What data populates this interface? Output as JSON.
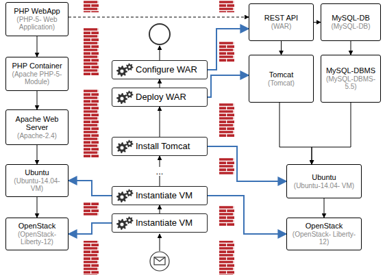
{
  "diagram": {
    "nodes": [
      {
        "text": [
          "PHP WebApp",
          "(PHP-5- Web Application)"
        ]
      },
      {
        "text": [
          "PHP Container",
          "(Apache PHP-5- Module)"
        ]
      },
      {
        "text": [
          "Apache Web Server",
          "(Apache-2.4)"
        ]
      },
      {
        "text": [
          "Ubuntu",
          "(Ubuntu-14.04- VM)"
        ]
      },
      {
        "text": [
          "OpenStack",
          "(OpenStack- Liberty-12)"
        ]
      },
      {
        "text": [
          "Configure WAR"
        ]
      },
      {
        "text": [
          "Deploy WAR"
        ]
      },
      {
        "text": [
          "Install Tomcat"
        ]
      },
      {
        "text": [
          "Instantiate VM"
        ]
      },
      {
        "text": [
          "Instantiate VM"
        ]
      },
      {
        "text": [
          "REST API",
          "(WAR)"
        ]
      },
      {
        "text": [
          "MySQL-DB",
          "(MySQL-DB)"
        ]
      },
      {
        "text": [
          "Tomcat",
          "(Tomcat)"
        ]
      },
      {
        "text": [
          "MySQL-DBMS",
          "(MySQL-DBMS-5.5)"
        ]
      },
      {
        "text": [
          "Ubuntu",
          "(Ubuntu-14.04- VM)"
        ]
      },
      {
        "text": [
          "OpenStack",
          "(OpenStack- Liberty-12)"
        ]
      }
    ],
    "edges": [
      {
        "from": 0,
        "to": 1,
        "arrow": "to"
      },
      {
        "from": 1,
        "to": 2,
        "arrow": "to"
      },
      {
        "from": 2,
        "to": 3,
        "arrow": "to"
      },
      {
        "from": 3,
        "to": 4,
        "arrow": "to"
      },
      {
        "from": 0,
        "to": 10,
        "arrow": "to"
      },
      {
        "from": 10,
        "to": 11,
        "arrow": "to"
      },
      {
        "from": 10,
        "to": 12,
        "arrow": "to"
      },
      {
        "from": 11,
        "to": 13,
        "arrow": "to"
      },
      {
        "from": 12,
        "to": 14,
        "arrow": "to"
      },
      {
        "from": 13,
        "to": 14,
        "arrow": "to"
      },
      {
        "from": 14,
        "to": 15,
        "arrow": "to"
      },
      {
        "from": 9,
        "to": 8,
        "arrow": "to"
      },
      {
        "from": 8,
        "to": 7,
        "label": "...",
        "arrow": "to"
      },
      {
        "from": 7,
        "to": 6,
        "arrow": "to"
      },
      {
        "from": 6,
        "to": 5,
        "arrow": "to"
      },
      {
        "from": 5,
        "to": 10,
        "arrow": "to"
      },
      {
        "from": 6,
        "to": 12,
        "arrow": "to"
      },
      {
        "from": 7,
        "to": 14,
        "arrow": "to"
      },
      {
        "from": 8,
        "to": 3,
        "arrow": "to"
      },
      {
        "from": 8,
        "to": 15,
        "arrow": "to"
      },
      {
        "from": 9,
        "to": 4,
        "arrow": "to"
      }
    ]
  }
}
